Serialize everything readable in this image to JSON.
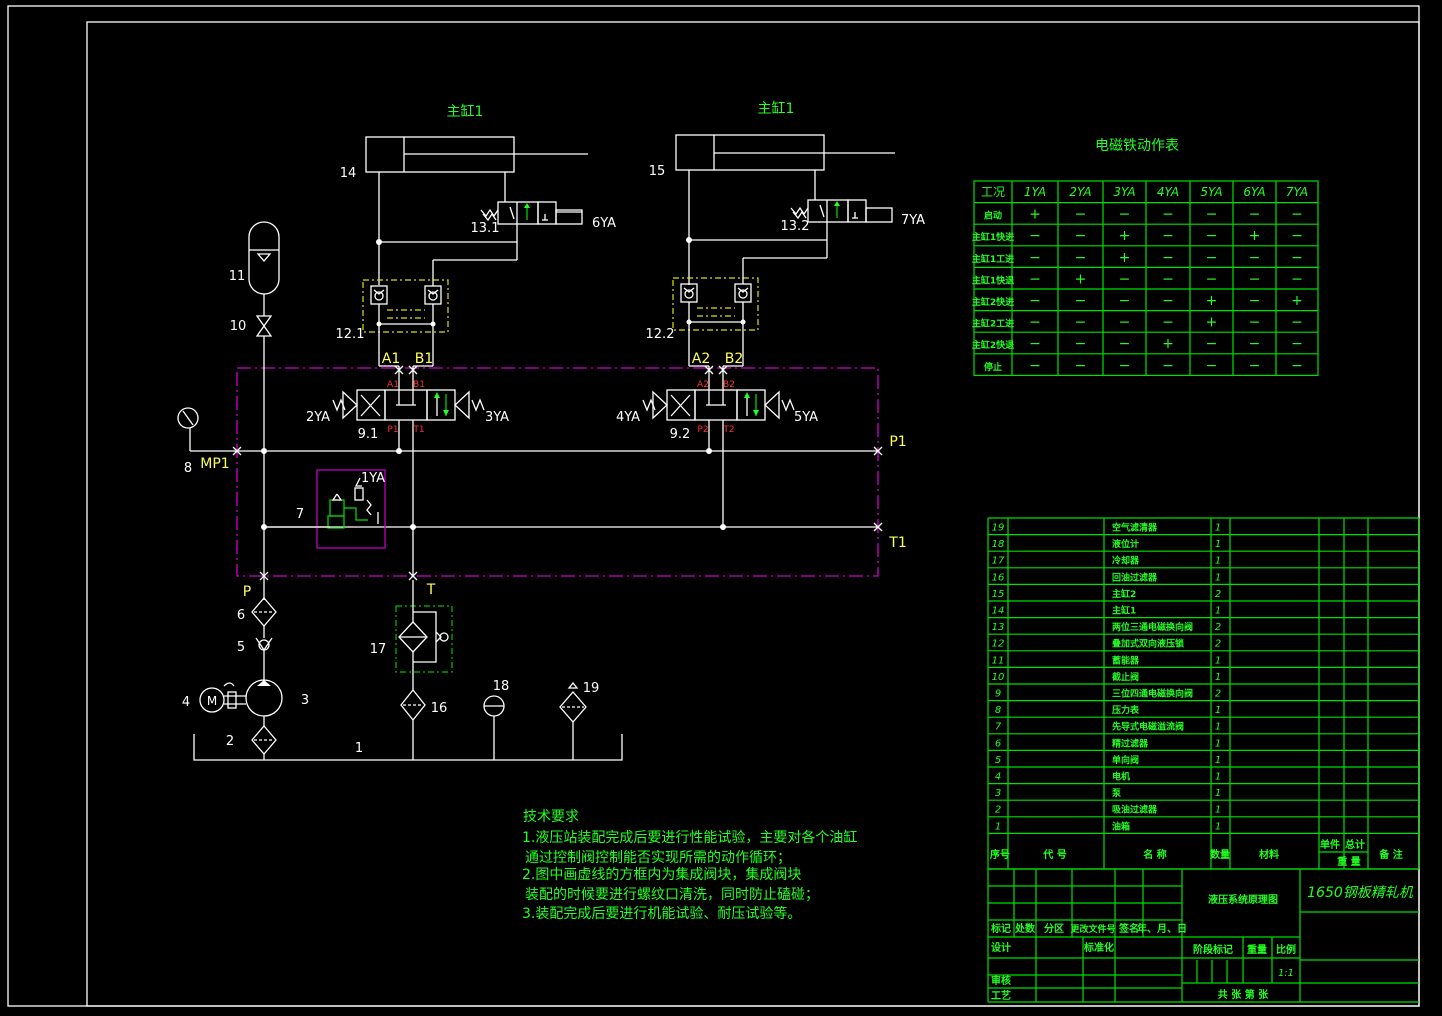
{
  "diagram": {
    "cylinder_titles": [
      "主缸1",
      "主缸1"
    ],
    "labels": {
      "n14": "14",
      "n15": "15",
      "n11": "11",
      "n10": "10",
      "n8": "8",
      "n7": "7",
      "n6": "6",
      "n5": "5",
      "n4": "4",
      "n3": "3",
      "n2": "2",
      "n1": "1",
      "n16": "16",
      "n17": "17",
      "n18": "18",
      "n19": "19",
      "v131": "13.1",
      "v132": "13.2",
      "v121": "12.1",
      "v122": "12.2",
      "v91": "9.1",
      "v92": "9.2",
      "ya6": "6YA",
      "ya7": "7YA",
      "ya2": "2YA",
      "ya3": "3YA",
      "ya4": "4YA",
      "ya5": "5YA",
      "ya1": "1YA",
      "A1": "A1",
      "B1": "B1",
      "A2": "A2",
      "B2": "B2",
      "P1": "P1",
      "T1": "T1",
      "MP1": "MP1",
      "P": "P",
      "T": "T",
      "M": "M",
      "tiny_a1": "A1",
      "tiny_b1": "B1",
      "tiny_p1": "P1",
      "tiny_t1": "T1",
      "tiny_a2": "A2",
      "tiny_b2": "B2",
      "tiny_p2": "P2",
      "tiny_t2": "T2"
    }
  },
  "solenoid_table": {
    "title": "电磁铁动作表",
    "header": [
      "工况",
      "1YA",
      "2YA",
      "3YA",
      "4YA",
      "5YA",
      "6YA",
      "7YA"
    ],
    "rows": [
      [
        "启动",
        "+",
        "−",
        "−",
        "−",
        "−",
        "−",
        "−"
      ],
      [
        "主缸1快进",
        "−",
        "−",
        "+",
        "−",
        "−",
        "+",
        "−"
      ],
      [
        "主缸1工进",
        "−",
        "−",
        "+",
        "−",
        "−",
        "−",
        "−"
      ],
      [
        "主缸1快退",
        "−",
        "+",
        "−",
        "−",
        "−",
        "−",
        "−"
      ],
      [
        "主缸2快进",
        "−",
        "−",
        "−",
        "−",
        "+",
        "−",
        "+"
      ],
      [
        "主缸2工进",
        "−",
        "−",
        "−",
        "−",
        "+",
        "−",
        "−"
      ],
      [
        "主缸2快退",
        "−",
        "−",
        "−",
        "+",
        "−",
        "−",
        "−"
      ],
      [
        "停止",
        "−",
        "−",
        "−",
        "−",
        "−",
        "−",
        "−"
      ]
    ]
  },
  "parts_list": {
    "rows": [
      [
        "19",
        "空气滤清器",
        "1"
      ],
      [
        "18",
        "液位计",
        "1"
      ],
      [
        "17",
        "冷却器",
        "1"
      ],
      [
        "16",
        "回油过滤器",
        "1"
      ],
      [
        "15",
        "主缸2",
        "2"
      ],
      [
        "14",
        "主缸1",
        "1"
      ],
      [
        "13",
        "两位三通电磁换向阀",
        "2"
      ],
      [
        "12",
        "叠加式双向液压锁",
        "2"
      ],
      [
        "11",
        "蓄能器",
        "1"
      ],
      [
        "10",
        "截止阀",
        "1"
      ],
      [
        "9",
        "三位四通电磁换向阀",
        "2"
      ],
      [
        "8",
        "压力表",
        "1"
      ],
      [
        "7",
        "先导式电磁溢流阀",
        "1"
      ],
      [
        "6",
        "精过滤器",
        "1"
      ],
      [
        "5",
        "单向阀",
        "1"
      ],
      [
        "4",
        "电机",
        "1"
      ],
      [
        "3",
        "泵",
        "1"
      ],
      [
        "2",
        "吸油过滤器",
        "1"
      ],
      [
        "1",
        "油箱",
        "1"
      ]
    ],
    "header": {
      "seq": "序号",
      "code": "代 号",
      "name": "名 称",
      "qty": "数量",
      "material": "材料",
      "unit": "单件",
      "total": "总计",
      "weight": "重 量",
      "remark": "备 注"
    }
  },
  "title_block": {
    "drawing_name": "液压系统原理图",
    "machine_name": "1650钢板精轧机",
    "mark": "标记",
    "count": "处数",
    "zone": "分区",
    "doc_no": "更改文件号",
    "signature": "签名",
    "date": "年、月、日",
    "design": "设计",
    "standardize": "标准化",
    "stage_mark": "阶段标记",
    "weight": "重量",
    "scale": "比例",
    "scale_value": "1:1",
    "review": "审核",
    "process": "工艺",
    "sheets": "共  张  第  张"
  },
  "tech_notes": {
    "title": "技术要求",
    "lines": [
      "1.液压站装配完成后要进行性能试验，主要对各个油缸",
      "通过控制阀控制能否实现所需的动作循环；",
      "2.图中画虚线的方框内为集成阀块，集成阀块",
      "装配的时候要进行螺纹口清洗，同时防止磕碰；",
      "3.装配完成后要进行机能试验、耐压试验等。"
    ]
  }
}
